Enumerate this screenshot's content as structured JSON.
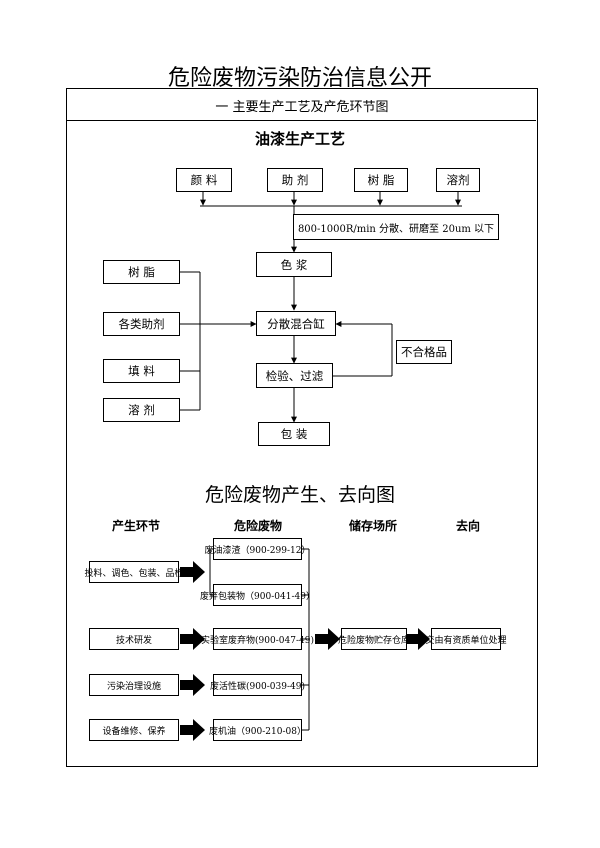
{
  "page": {
    "title": "危险废物污染防治信息公开",
    "subtitle": "一  主要生产工艺及产危环节图"
  },
  "process": {
    "title": "油漆生产工艺",
    "top_inputs": [
      "颜  料",
      "助  剂",
      "树  脂",
      "溶剂"
    ],
    "dispersion_note": "800-1000R/min 分散、研磨至 20um 以下",
    "color_paste": "色        浆",
    "left_inputs": [
      "树  脂",
      "各类助剂",
      "填  料",
      "溶  剂"
    ],
    "mixing_tank": "分散混合缸",
    "inspection": "检验、过滤",
    "rejected": "不合格品",
    "packaging": "包     装"
  },
  "waste": {
    "title": "危险废物产生、去向图",
    "headers": {
      "stage": "产生环节",
      "waste": "危险废物",
      "storage": "储存场所",
      "destination": "去向"
    },
    "stages": [
      "投料、调色、包装、品检",
      "技术研发",
      "污染治理设施",
      "设备维修、保养"
    ],
    "wastes": [
      "废油漆渣（900-299-12）",
      "废弃包装物（900-041-49）",
      "实验室废弃物(900-047-49)",
      "废活性碳(900-039-49)",
      "废机油（900-210-08）"
    ],
    "storage": "危险废物贮存仓库",
    "destination": "交由有资质单位处理"
  }
}
